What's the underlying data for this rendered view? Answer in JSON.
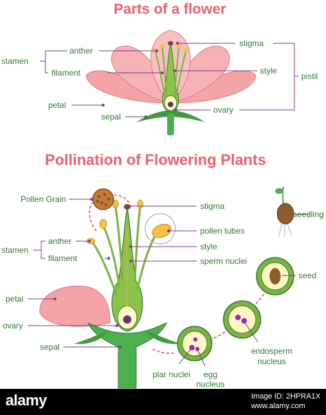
{
  "titles": {
    "top": "Parts of a flower",
    "bottom": "Pollination of Flowering Plants"
  },
  "top_labels": {
    "stamen": "stamen",
    "anther": "anther",
    "filament": "filament",
    "petal": "petal",
    "sepal": "sepal",
    "stigma": "stigma",
    "style": "style",
    "ovary": "ovary",
    "pistil": "pistil"
  },
  "bottom_labels": {
    "pollen_grain": "Pollen Grain",
    "stamen": "stamen",
    "anther": "anther",
    "filament": "filament",
    "petal": "petal",
    "ovary": "ovary",
    "sepal": "sepal",
    "stigma": "stigma",
    "pollen_tubes": "pollen tubes",
    "style": "style",
    "sperm_nuclei": "sperm nuclei",
    "seedling": "seedling",
    "seed": "seed",
    "endosperm_line1": "endosperm",
    "endosperm_line2": "nucleus",
    "plar_nuclei": "plar nuclei",
    "egg_line1": "egg",
    "egg_line2": "nucleus"
  },
  "watermark": {
    "logo": "alamy",
    "line1": "Image ID: 2HPRA1X",
    "line2": "www.alamy.com"
  },
  "colors": {
    "title": "#ef5f6c",
    "label": "#2e7d2e",
    "leader": "#7a3b8f",
    "petal": "#f2a0a4",
    "stem": "#4caf50",
    "anther": "#f5c242"
  }
}
